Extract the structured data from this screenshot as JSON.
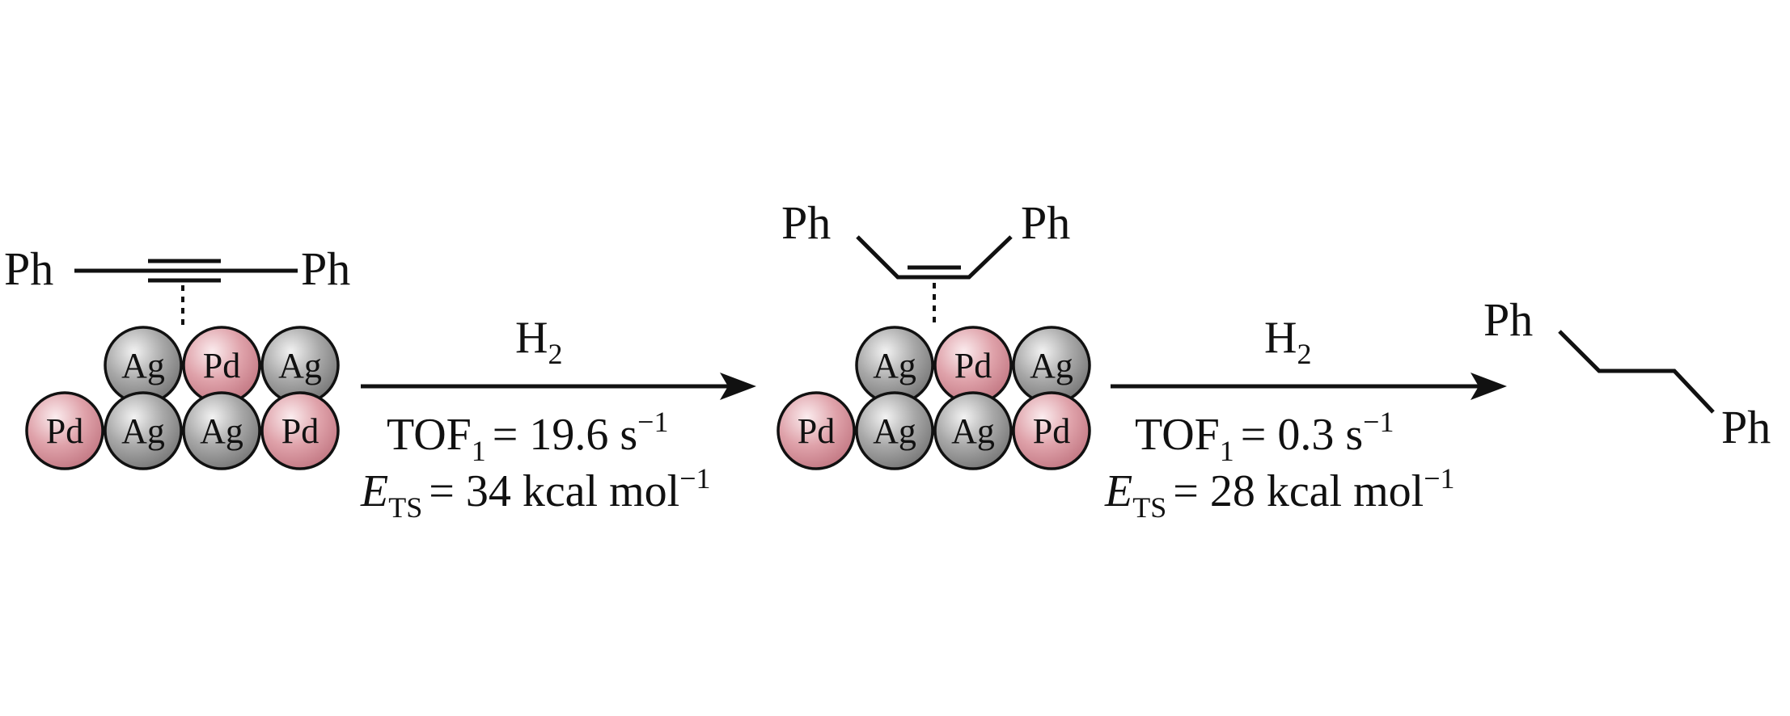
{
  "colors": {
    "ag": "#9a9a9a",
    "pd": "#d9949d",
    "text": "#111111"
  },
  "species": {
    "alkyne": {
      "left_label": "Ph",
      "right_label": "Ph"
    },
    "alkene": {
      "left_label": "Ph",
      "right_label": "Ph"
    },
    "alkane": {
      "left_label": "Ph",
      "right_label": "Ph"
    }
  },
  "surface": {
    "top_row": [
      "Ag",
      "Pd",
      "Ag"
    ],
    "bottom_row": [
      "Pd",
      "Ag",
      "Ag",
      "Pd"
    ]
  },
  "steps": [
    {
      "reagent": "H",
      "reagent_sub": "2",
      "tof": "TOF",
      "tof_sub": "1",
      "tof_value": "= 19.6 s",
      "tof_exp": "−1",
      "e_symbol": "E",
      "e_sub": "TS",
      "e_value": "= 34 kcal mol",
      "e_exp": "−1"
    },
    {
      "reagent": "H",
      "reagent_sub": "2",
      "tof": "TOF",
      "tof_sub": "1",
      "tof_value": "= 0.3 s",
      "tof_exp": "−1",
      "e_symbol": "E",
      "e_sub": "TS",
      "e_value": "= 28 kcal mol",
      "e_exp": "−1"
    }
  ]
}
